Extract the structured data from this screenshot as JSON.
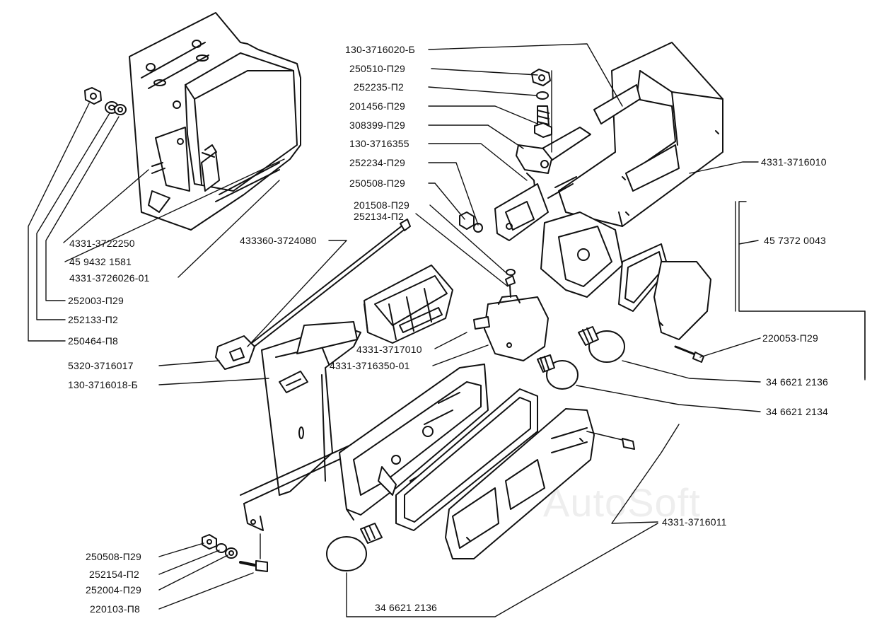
{
  "watermark": "AutoSoft",
  "labels": {
    "l01": "130-3716020-Б",
    "l02": "250510-П29",
    "l03": "252235-П2",
    "l04": "201456-П29",
    "l05": "308399-П29",
    "l06": "130-3716355",
    "l07": "252234-П29",
    "l08": "250508-П29",
    "l09": "201508-П29",
    "l10": "252134-П2",
    "l11": "433360-3724080",
    "l12": "4331-3716010",
    "l13": "45 7372 0043",
    "l14": "4331-3722250",
    "l15": "45 9432 1581",
    "l16": "4331-3726026-01",
    "l17": "252003-П29",
    "l18": "252133-П2",
    "l19": "250464-П8",
    "l20": "4331-3717010",
    "l21": "4331-3716350-01",
    "l22": "5320-3716017",
    "l23": "130-3716018-Б",
    "l24": "220053-П29",
    "l25": "34 6621 2136",
    "l26": "34 6621 2134",
    "l27": "4331-3716011",
    "l28": "250508-П29",
    "l29": "252154-П2",
    "l30": "252004-П29",
    "l31": "220103-П8",
    "l32": "34 6621 2136"
  }
}
